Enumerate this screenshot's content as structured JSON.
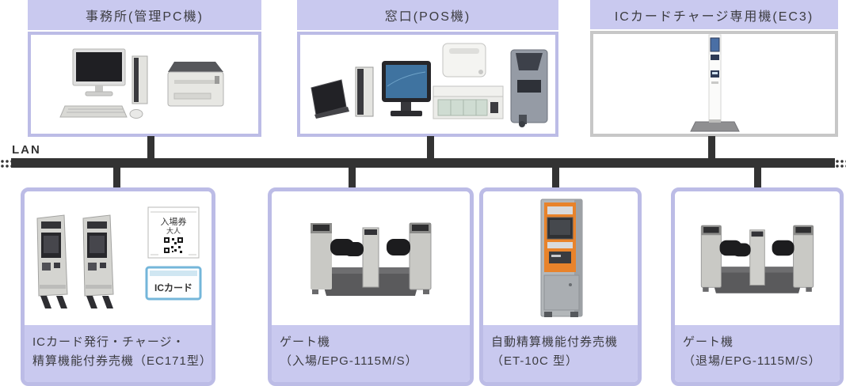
{
  "colors": {
    "lavender": "#c9c9ef",
    "borderPurple": "#bcbce6",
    "borderGray": "#c7c7c7",
    "line": "#333333",
    "text": "#3c3c40",
    "orange": "#e8832b",
    "cardBlue": "#74b6da"
  },
  "network": {
    "label": "LAN"
  },
  "top_row": [
    {
      "title": "事務所(管理PC機)",
      "illustration": "office-pc-and-printer"
    },
    {
      "title": "窓口(POS機)",
      "illustration": "pos-terminal-set"
    },
    {
      "title": "ICカードチャージ専用機(EC3)",
      "illustration": "ic-card-charge-kiosk"
    }
  ],
  "bottom_row": [
    {
      "label_line1": "ICカード発行・チャージ・",
      "label_line2": "精算機能付券売機（EC171型）",
      "illustration": "ic-card-ticket-vending-kiosks"
    },
    {
      "label_line1": "ゲート機",
      "label_line2": "（入場/EPG-1115M/S）",
      "illustration": "entrance-gate-machine"
    },
    {
      "label_line1": "自動精算機能付券売機",
      "label_line2": "（ET-10C 型）",
      "illustration": "auto-fare-adjustment-kiosk"
    },
    {
      "label_line1": "ゲート機",
      "label_line2": "（退場/EPG-1115M/S）",
      "illustration": "exit-gate-machine"
    }
  ],
  "artifacts": {
    "ticket_line1": "入場券",
    "ticket_line2": "大人",
    "ic_card_label": "ICカード"
  }
}
